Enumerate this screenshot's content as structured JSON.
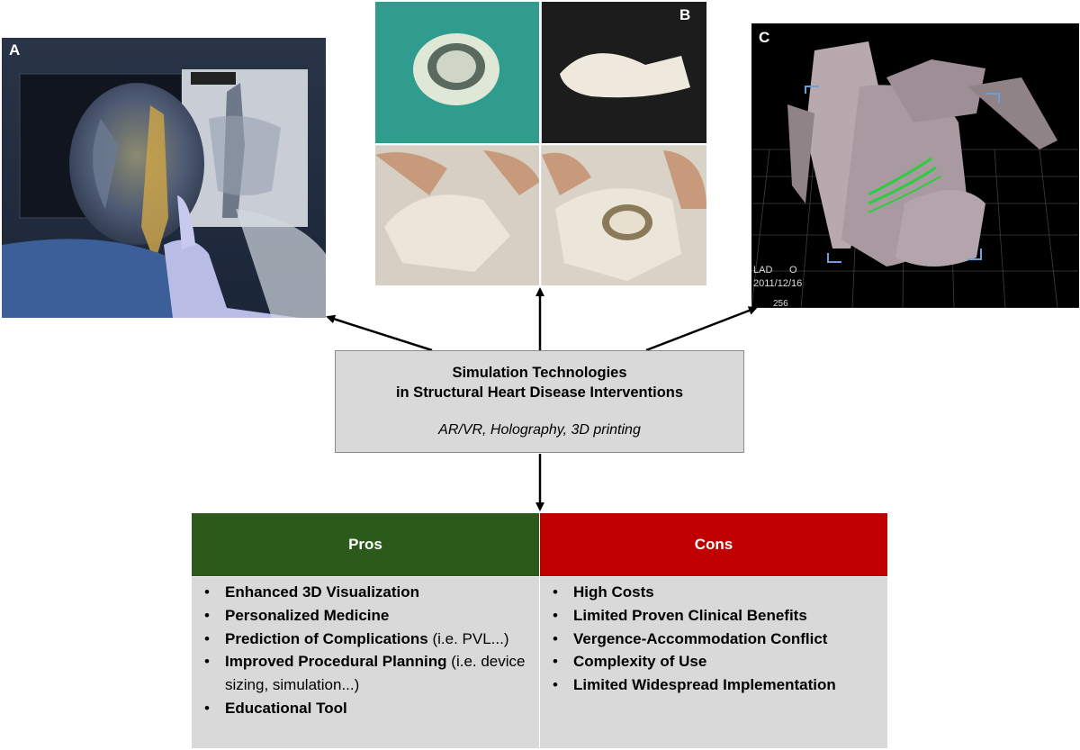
{
  "panels": {
    "a": {
      "label": "A"
    },
    "b": {
      "label": "B"
    },
    "c": {
      "label": "C",
      "overlay_line1": "LAD",
      "overlay_line1b": "O",
      "overlay_date": "2011/12/16",
      "overlay_num": "256"
    }
  },
  "center": {
    "title_line1": "Simulation Technologies",
    "title_line2": "in Structural Heart Disease Interventions",
    "subtitle": "AR/VR, Holography, 3D printing"
  },
  "pros": {
    "header": "Pros",
    "items": [
      {
        "bold": "Enhanced  3D Visualization",
        "rest": ""
      },
      {
        "bold": "Personalized Medicine",
        "rest": ""
      },
      {
        "bold": "Prediction of  Complications",
        "rest": " (i.e. PVL...)"
      },
      {
        "bold": "Improved Procedural Planning",
        "rest": " (i.e. device sizing, simulation...)"
      },
      {
        "bold": "Educational Tool",
        "rest": ""
      }
    ]
  },
  "cons": {
    "header": "Cons",
    "items": [
      {
        "bold": "High Costs",
        "rest": ""
      },
      {
        "bold": "Limited Proven Clinical Benefits",
        "rest": ""
      },
      {
        "bold": "Vergence-Accommodation Conflict",
        "rest": ""
      },
      {
        "bold": "Complexity of Use",
        "rest": ""
      },
      {
        "bold": "Limited Widespread Implementation",
        "rest": ""
      }
    ]
  },
  "colors": {
    "pros": "#2b5a1a",
    "cons": "#c00000",
    "box": "#d9d9d9"
  }
}
